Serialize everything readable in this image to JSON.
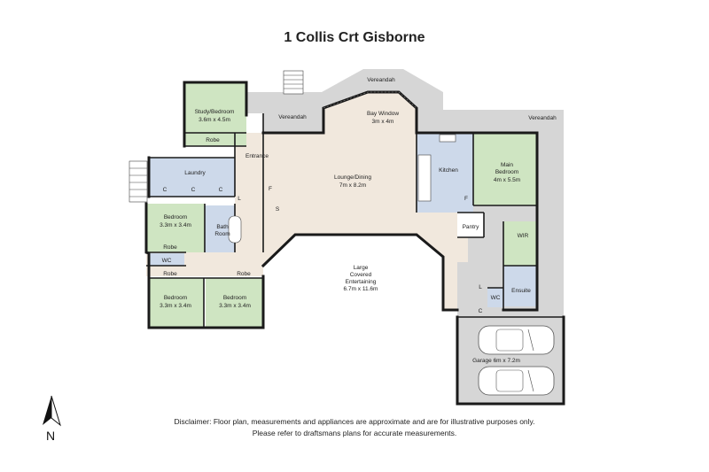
{
  "title": "1 Collis Crt Gisborne",
  "colors": {
    "green": "#cfe5c2",
    "blue": "#cdd9ea",
    "grey": "#d6d6d6",
    "beige": "#f1e8dd",
    "wall": "#1a1a1a"
  },
  "areas": {
    "verandah_top_left": "Vereandah",
    "verandah_top": "Vereandah",
    "verandah_right": "Vereandah",
    "study_name": "Study/Bedroom",
    "study_size": "3.6m x 4.5m",
    "robe_study": "Robe",
    "entrance": "Entrance",
    "laundry": "Laundry",
    "c1": "C",
    "c2": "C",
    "c3": "C",
    "l_laundry": "L",
    "f_hall": "F",
    "s_hall": "S",
    "bed2_name": "Bedroom",
    "bed2_size": "3.3m x 3.4m",
    "bath_name": "Bath",
    "bath_name2": "Room",
    "wc_left": "WC",
    "robe_left_1": "Robe",
    "robe_left_2": "Robe",
    "robe_left_3": "Robe",
    "bed3_name": "Bedroom",
    "bed3_size": "3.3m x 3.4m",
    "bed4_name": "Bedroom",
    "bed4_size": "3.3m x 3.4m",
    "bay_name": "Bay Window",
    "bay_size": "3m x 4m",
    "lounge_name": "Lounge/Dining",
    "lounge_size": "7m x 8.2m",
    "kitchen": "Kitchen",
    "f_kitchen": "F",
    "pantry": "Pantry",
    "main_name": "Main",
    "main_name2": "Bedroom",
    "main_size": "4m x 5.5m",
    "wir": "WIR",
    "ensuite": "Ensuite",
    "wc_right": "WC",
    "l_right": "L",
    "c_right": "C",
    "ent_name": "Large",
    "ent_name2": "Covered",
    "ent_name3": "Entertaining",
    "ent_size": "6.7m x 11.6m",
    "garage": "Garage 6m x 7.2m"
  },
  "compass": {
    "label": "N"
  },
  "disclaimer": {
    "line1": "Disclaimer: Floor plan, measurements and appliances are approximate and are for illustrative purposes only.",
    "line2": "Please refer to draftsmans plans for accurate measurements."
  }
}
